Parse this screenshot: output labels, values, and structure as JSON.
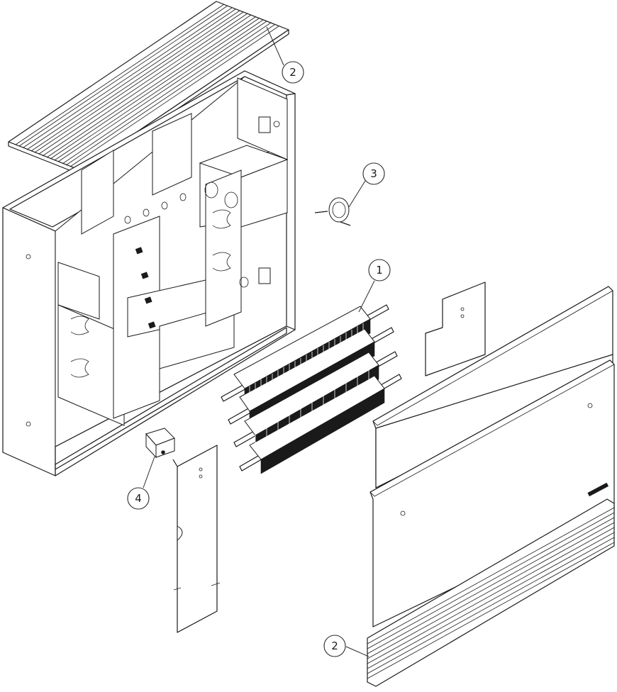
{
  "callouts": [
    {
      "id": "grille-top",
      "label": "2"
    },
    {
      "id": "thermostat",
      "label": "3"
    },
    {
      "id": "heating-element",
      "label": "1"
    },
    {
      "id": "switch",
      "label": "4"
    },
    {
      "id": "grille-bottom",
      "label": "2"
    }
  ],
  "colors": {
    "line": "#1a1a1a",
    "background": "#ffffff"
  }
}
